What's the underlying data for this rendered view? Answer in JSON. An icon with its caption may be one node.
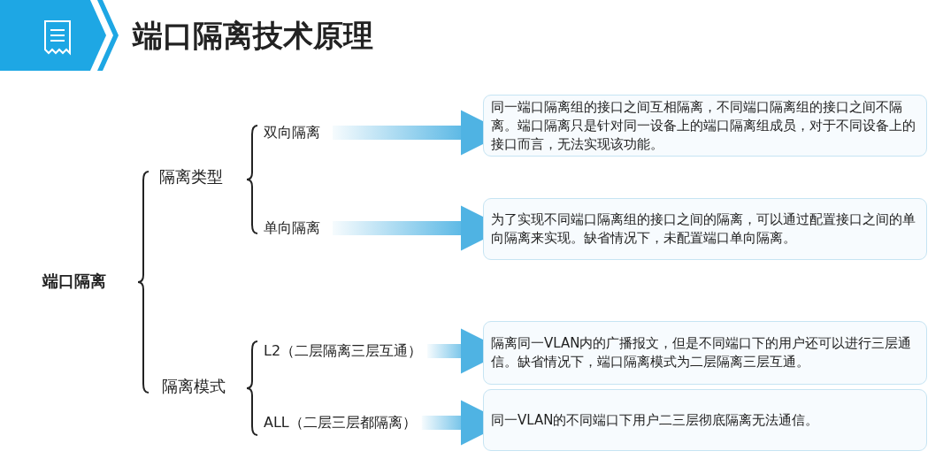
{
  "diagram": {
    "title": "端口隔离技术原理",
    "nodes": [
      {
        "text": [
          "端口隔离"
        ]
      },
      {
        "text": [
          "隔离类型"
        ]
      },
      {
        "text": [
          "隔离模式"
        ]
      },
      {
        "text": [
          "双向隔离"
        ]
      },
      {
        "text": [
          "单向隔离"
        ]
      },
      {
        "text": [
          "L2（二层隔离三层互通）"
        ]
      },
      {
        "text": [
          "ALL（二层三层都隔离）"
        ]
      },
      {
        "text": [
          "同一端口隔离组的接口之间互相隔离，不同端口隔离组的接口之间不隔离。端口隔离只是针对同一设备上的端口隔离组成员，对于不同设备上的接口而言，无法实现该功能。"
        ]
      },
      {
        "text": [
          "为了实现不同端口隔离组的接口之间的隔离，可以通过配置接口之间的单向隔离来实现。缺省情况下，未配置端口单向隔离。"
        ]
      },
      {
        "text": [
          "隔离同一VLAN内的广播报文，但是不同端口下的用户还可以进行三层通信。缺省情况下，端口隔离模式为二层隔离三层互通。"
        ]
      },
      {
        "text": [
          "同一VLAN的不同端口下用户二三层彻底隔离无法通信。"
        ]
      }
    ],
    "edges": [
      {
        "from": 3,
        "to": 7,
        "arrow": "to"
      },
      {
        "from": 4,
        "to": 8,
        "arrow": "to"
      },
      {
        "from": 5,
        "to": 9,
        "arrow": "to"
      },
      {
        "from": 6,
        "to": 10,
        "arrow": "to"
      }
    ]
  }
}
